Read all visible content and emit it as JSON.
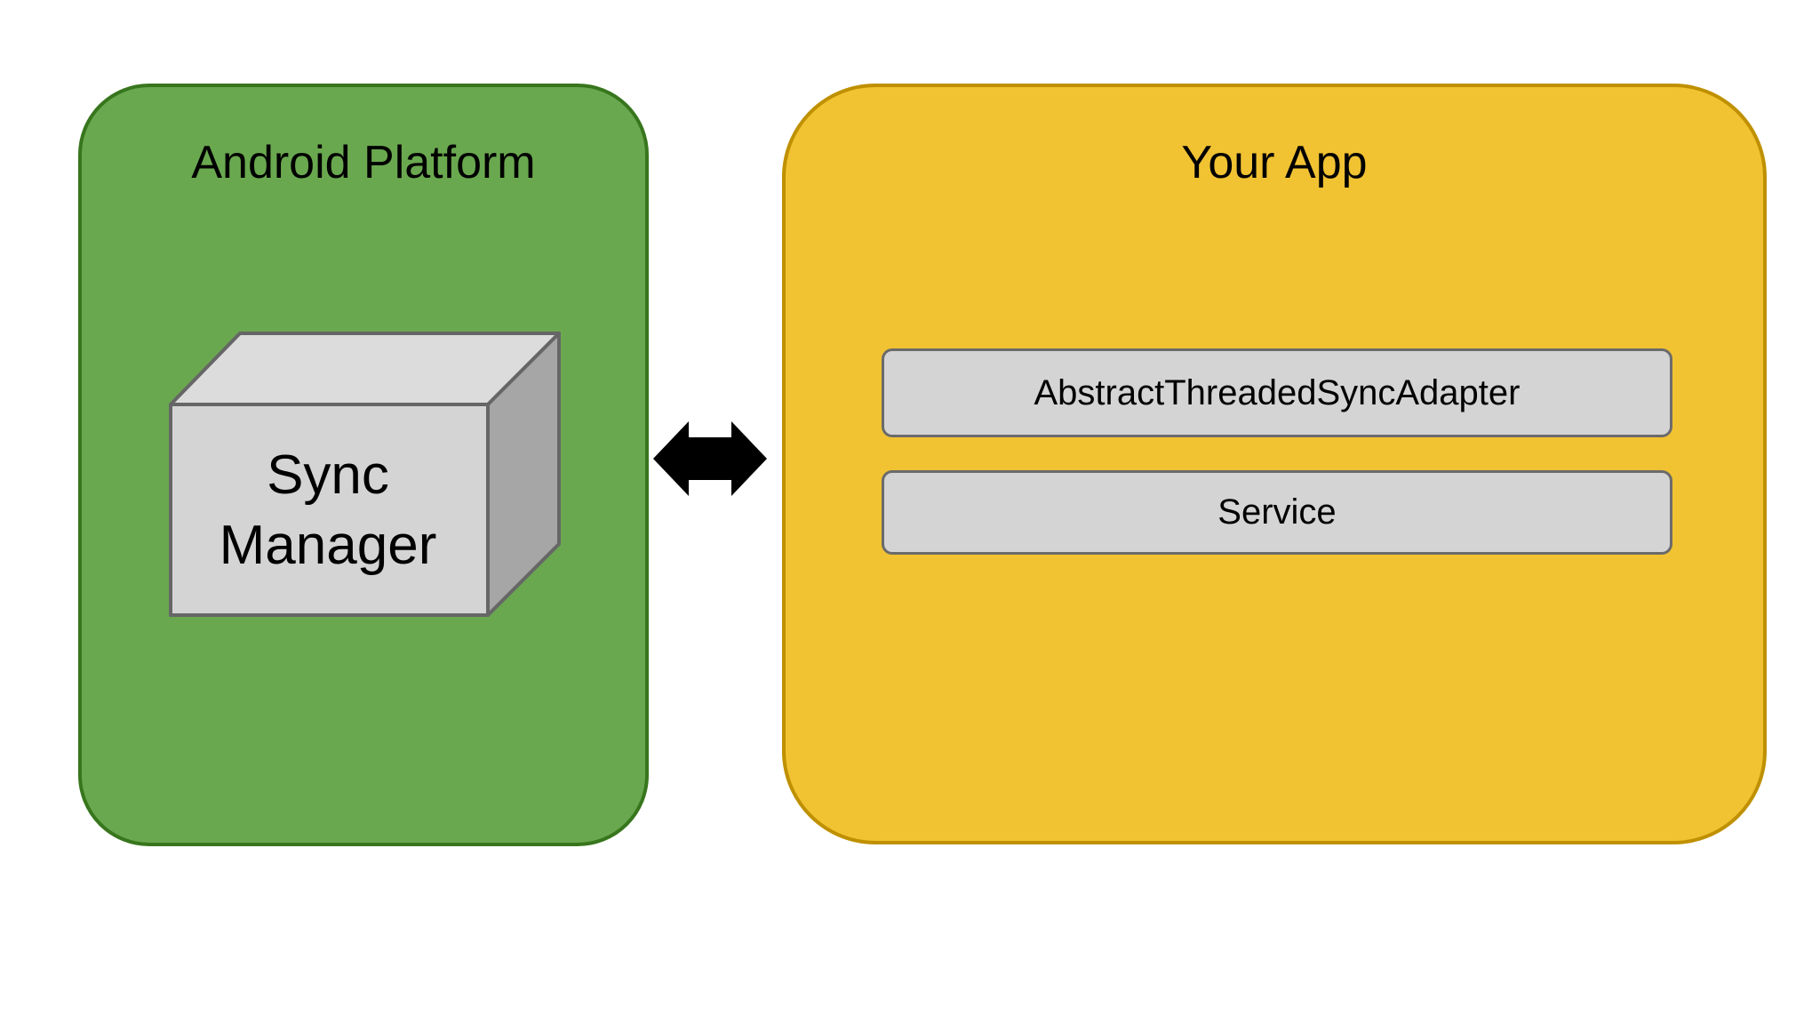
{
  "canvas": {
    "background_color": "#ffffff"
  },
  "diagram": {
    "platform_box": {
      "title": "Android Platform",
      "fill_color": "#6aa84f",
      "border_color": "#38761d",
      "cube": {
        "label": "Sync Manager",
        "face_top_color": "#dcdcdc",
        "face_front_color": "#d4d4d4",
        "face_right_color": "#a6a6a6",
        "edge_color": "#666666"
      }
    },
    "connector": {
      "type": "bidirectional-arrow",
      "color": "#000000"
    },
    "app_box": {
      "title": "Your App",
      "fill_color": "#f1c232",
      "border_color": "#bf9000",
      "components": [
        {
          "label": "AbstractThreadedSyncAdapter",
          "fill_color": "#d4d4d4",
          "border_color": "#6b6b6b"
        },
        {
          "label": "Service",
          "fill_color": "#d4d4d4",
          "border_color": "#6b6b6b"
        }
      ]
    }
  }
}
